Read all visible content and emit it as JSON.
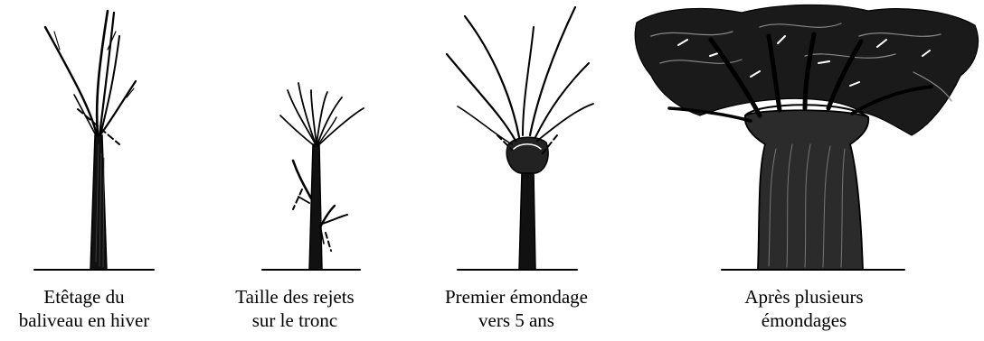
{
  "panels": [
    {
      "id": "p1",
      "caption": [
        "Etêtage du",
        "baliveau en hiver"
      ]
    },
    {
      "id": "p2",
      "caption": [
        "Taille des rejets",
        "sur le tronc"
      ]
    },
    {
      "id": "p3",
      "caption": [
        "Premier émondage",
        "vers 5 ans"
      ]
    },
    {
      "id": "p4",
      "caption": [
        "Après plusieurs",
        "émondages"
      ]
    }
  ]
}
